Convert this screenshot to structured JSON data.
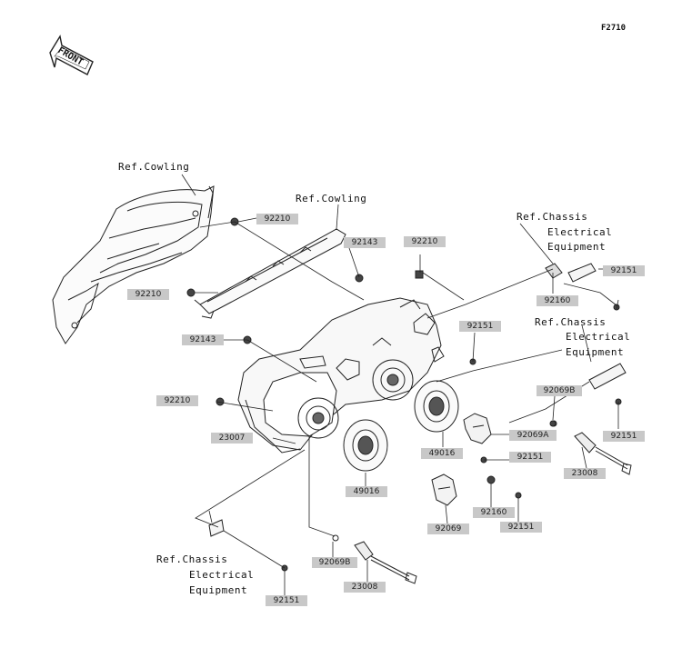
{
  "figure_id": "F2710",
  "front_label": "FRONT",
  "icons": {
    "direction_arrow": "front-arrow-icon"
  },
  "refs": {
    "cowling_left": "Ref.Cowling",
    "cowling_center": "Ref.Cowling",
    "chassis_top_1": "Ref.Chassis",
    "chassis_top_2": "Electrical",
    "chassis_top_3": "Equipment",
    "chassis_mid_1": "Ref.Chassis",
    "chassis_mid_2": "Electrical",
    "chassis_mid_3": "Equipment",
    "chassis_bottom_1": "Ref.Chassis",
    "chassis_bottom_2": "Electrical",
    "chassis_bottom_3": "Equipment"
  },
  "parts": [
    "92210",
    "92143",
    "92210",
    "92160",
    "92151",
    "92210",
    "92151",
    "92143",
    "92069B",
    "92151",
    "92210",
    "92069A",
    "23007",
    "49016",
    "92151",
    "23008",
    "49016",
    "92160",
    "92151",
    "92069",
    "92069B",
    "23008",
    "92151"
  ]
}
